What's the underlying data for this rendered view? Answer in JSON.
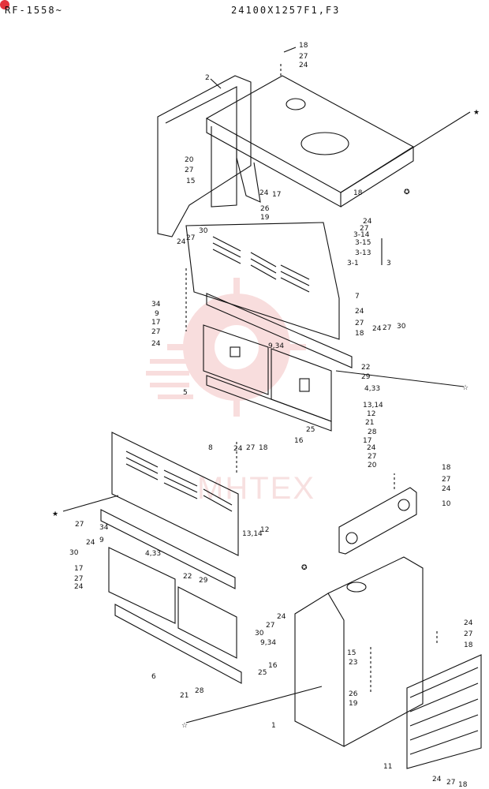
{
  "header": {
    "serial_range": "RF-1558~",
    "part_code": "24100X1257F1,F3"
  },
  "watermark": {
    "text": "MHTEX",
    "color": "#f4c2c2"
  },
  "markers": {
    "filled_star": "★",
    "open_star": "☆",
    "circled_star": "✪"
  },
  "callouts": [
    "18",
    "27",
    "24",
    "2",
    "20",
    "27",
    "15",
    "24",
    "17",
    "26",
    "19",
    "18",
    "24",
    "27",
    "3-14",
    "3-15",
    "3-13",
    "3-1",
    "3",
    "24",
    "27",
    "30",
    "7",
    "24",
    "27",
    "18",
    "34",
    "9",
    "17",
    "27",
    "24",
    "9,34",
    "24",
    "27",
    "30",
    "22",
    "29",
    "4,33",
    "5",
    "13,14",
    "12",
    "21",
    "28",
    "17",
    "24",
    "25",
    "16",
    "27",
    "20",
    "8",
    "24",
    "27",
    "18",
    "12",
    "13,14",
    "34",
    "9",
    "27",
    "24",
    "30",
    "4,33",
    "17",
    "27",
    "24",
    "22",
    "29",
    "24",
    "27",
    "30",
    "9,34",
    "6",
    "21",
    "28",
    "25",
    "16",
    "18",
    "27",
    "24",
    "10",
    "24",
    "27",
    "18",
    "15",
    "23",
    "26",
    "19",
    "1",
    "11",
    "24",
    "27",
    "18"
  ]
}
